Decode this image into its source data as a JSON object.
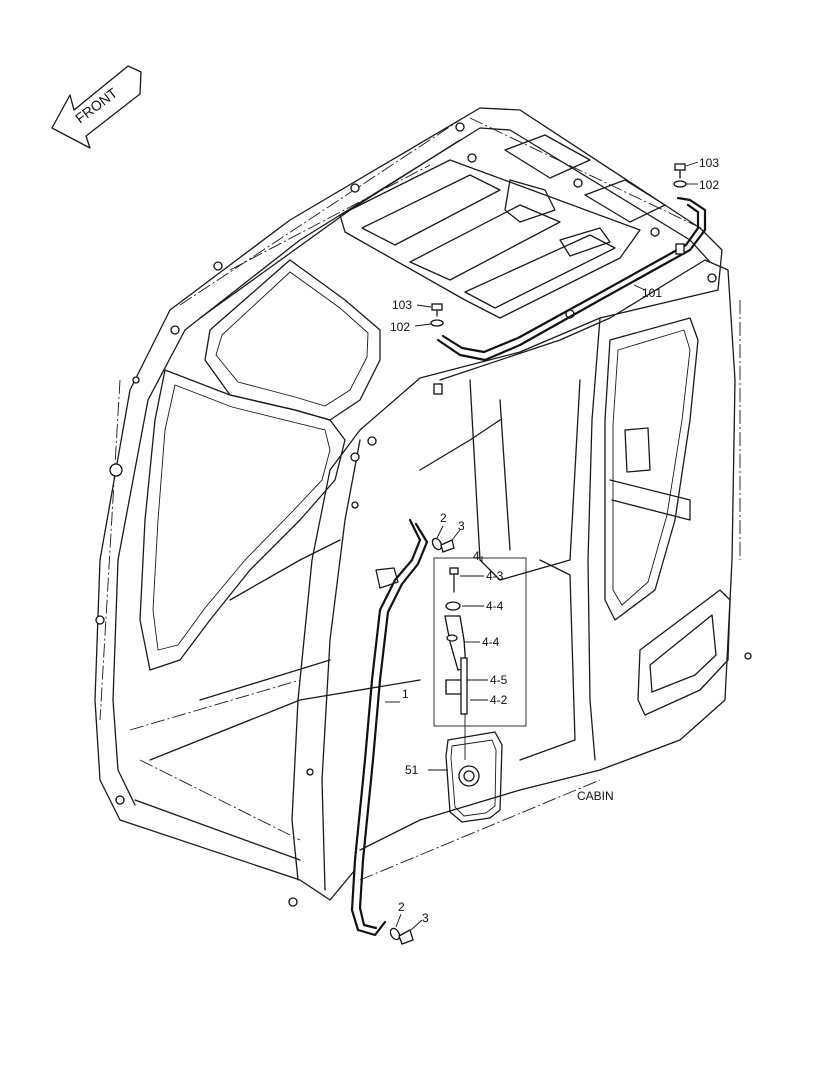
{
  "diagram": {
    "front_label": "FRONT",
    "caption": "CABIN",
    "labels": {
      "p103_top": "103",
      "p102_top": "102",
      "p101": "101",
      "p103_mid": "103",
      "p102_mid": "102",
      "p2_upper": "2",
      "p3_upper": "3",
      "p4": "4",
      "p4_3": "4-3",
      "p4_4a": "4-4",
      "p4_4b": "4-4",
      "p4_5": "4-5",
      "p4_2": "4-2",
      "p1": "1",
      "p51": "51",
      "p2_lower": "2",
      "p3_lower": "3"
    }
  }
}
